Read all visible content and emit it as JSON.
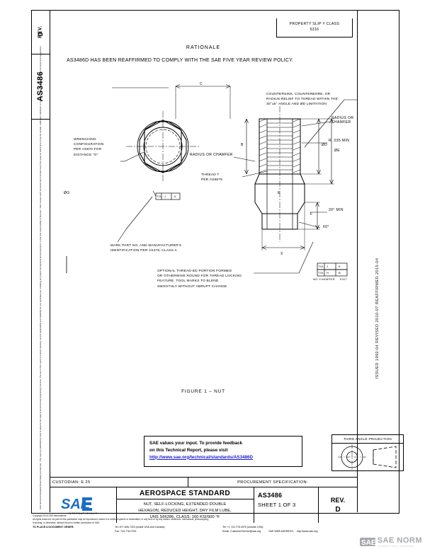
{
  "document": {
    "rev_label": "REV.",
    "rev_value": "D",
    "doc_number": "AS3486",
    "header_box": "PROPERTY SLIP Y CLASS\n5316",
    "legal_notice": "SAE Technical Standards Board Rules provide that: “This report is published by SAE to advance the state of technical and engineering sciences. The use of this report is entirely voluntary, and its applicability and suitability for any particular use, including any patent infringement arising therefrom, is the sole responsibility of the user.” SAE reviews each technical report at least every five years at which time it may be revised, reaffirmed, stabilized, or cancelled. SAE invites your written comments and suggestions.",
    "side_code": "ISSUED 1992-04    REVISED 2010-07    REAFFIRMED 2015-04"
  },
  "rationale": {
    "heading": "RATIONALE",
    "text": "AS3486D HAS BEEN REAFFIRMED TO COMPLY WITH THE SAE FIVE YEAR REVIEW POLICY."
  },
  "figure": {
    "caption": "FIGURE 1 – NUT",
    "notes": {
      "wrenching": "WRENCHING\nCONFIGURATION\nPER AS870 FOR\nDISTANCE \"G\"",
      "countersink": "COUNTERSINK, COUNTERBORE, OR\nRADIUS RELIEF TO THREAD WITHIN THE\n30°±5° ANGLE AND ØD LIMITATION",
      "radius_chamfer_1": "RADIUS OR CHAMFER",
      "radius_chamfer_2": "RADIUS OR CHAMFER",
      "r_min": "R .035 MIN",
      "thread": "THREAD T\nPER AS8879",
      "marking": "MARK PART NO. AND MANUFACTURER'S\nIDENTIFICATION PER AS478, CLASS C",
      "locking": "OPTIONAL THREAD-ED PORTION FORMED\nOR OTHERWISE ROUND FOR THREAD LOCKING\nFEATURE. TOOL MARKS TO BLEND\nSMOOTHLY WITHOUT ABRUPT CHANGE"
    },
    "dims": {
      "c": "C",
      "b": "B",
      "e": "E",
      "f": "F",
      "x": "X",
      "dia_g": "ØG",
      "dia_d": "ØD",
      "dia_e": "ØE",
      "angle_20": "20° MIN",
      "angle_60": "60°",
      "tol_top_1": "TOL",
      "tol_top_2": "J",
      "tol_top_3": "K",
      "tol_bot_1": "TOL",
      "tol_bot_2": "H",
      "tol_bot_3": "B",
      "tol_note": "NO CHAMFER",
      "tol_note2": "EXIT",
      "tol_left_1": "TOL",
      "tol_left_2": "J",
      "tol_left_3": "K",
      "tol_mid_1": "TOL",
      "tol_mid_2": "H",
      "tol_mid_3": "B"
    }
  },
  "feedback": {
    "line1": "SAE values your input. To provide feedback",
    "line2": "on this Technical Report, please visit",
    "url": "http://www.sae.org/technical/standards/AS3486D"
  },
  "projection": {
    "label": "THIRD ANGLE PROJECTION"
  },
  "title_block": {
    "custodian_label": "CUSTODIAN: E 25",
    "procurement_label": "PROCUREMENT SPECIFICATION:",
    "standard_type": "AEROSPACE STANDARD",
    "title_line1": "NUT, SELF-LOCKING, EXTENDED DOUBLE",
    "title_line2": "HEXAGON, REDUCED HEIGHT, DRY FILM LUBE,",
    "title_line3": "UNS S66286, CLASS: 160 KSI/900 °F",
    "number": "AS3486",
    "sheet": "SHEET 1 OF 3",
    "rev_label": "REV.",
    "rev_value": "D",
    "logo_text": "SAE",
    "logo_sub": "INTERNATIONAL®"
  },
  "footer": {
    "copyright": "Copyright 2015 SAE International",
    "rights1": "All rights reserved.  No part of this publication may be reproduced, stored in a retrieval system or transmitted, in any form or by any means, electronic, mechanical, photocopying,",
    "rights2": "recording, or otherwise, without the prior written permission of SAE.",
    "order_label": "TO PLACE A DOCUMENT ORDER:",
    "tel_us": "Tel:  877-606-7323 (inside USA and Canada)",
    "fax": "Fax:  724-776-0790",
    "tel_intl": "Tel:  +1 724-776-4970 (outside USA)",
    "email": "Email: CustomerService@sae.org",
    "web_label": "SAE WEB ADDRESS:",
    "web": "http://www.sae.org"
  },
  "watermark": {
    "title": "SAE NORM",
    "sub": "INTERNATIONAL STANDARD"
  },
  "colors": {
    "link": "#1a1ad0",
    "sae_blue": "#1b6fc4",
    "watermark": "#9fa3a8"
  }
}
